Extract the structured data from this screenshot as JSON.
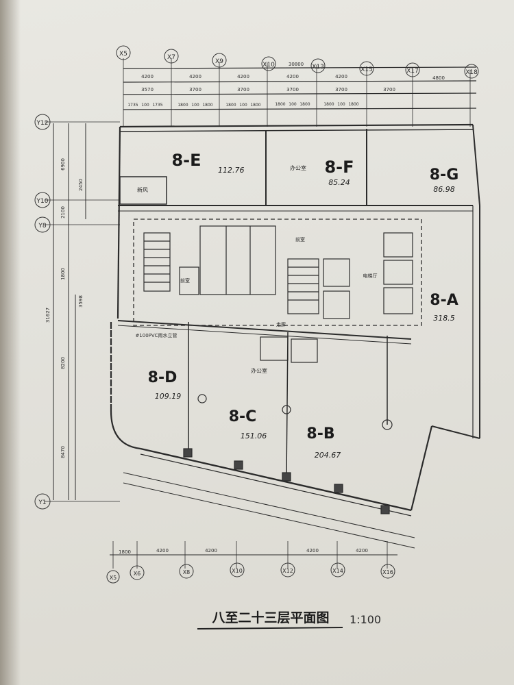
{
  "drawing": {
    "title": "八至二十三层平面图",
    "scale": "1:100"
  },
  "units": [
    {
      "id": "8-E",
      "area": "112.76"
    },
    {
      "id": "8-F",
      "area": "85.24"
    },
    {
      "id": "8-G",
      "area": "86.98"
    },
    {
      "id": "8-A",
      "area": "318.5"
    },
    {
      "id": "8-D",
      "area": "109.19"
    },
    {
      "id": "8-C",
      "area": "151.06"
    },
    {
      "id": "8-B",
      "area": "204.67"
    }
  ],
  "room_labels": {
    "office": "办公室",
    "fresh_air": "新风",
    "elevator_hall": "电梯厅",
    "pipe_note": "#100PVC雨水立管",
    "corridor": "走廊",
    "front_room": "前室"
  },
  "top_axes": [
    "X5",
    "X7",
    "X9",
    "X10",
    "X13",
    "X15",
    "X17",
    "X18"
  ],
  "bottom_axes": [
    "X5",
    "X6",
    "X8",
    "X10",
    "X12",
    "X14",
    "X16"
  ],
  "left_axes": [
    "Y12",
    "Y10",
    "Y8",
    "Y1"
  ],
  "top_dims": {
    "overall": "30800",
    "bays": [
      "4200",
      "4200",
      "4200",
      "4200",
      "4200",
      "4800"
    ],
    "sub": [
      "3570",
      "3700",
      "3700",
      "3700",
      "3700",
      "3700"
    ],
    "windows": [
      "1735",
      "100",
      "1735",
      "1800",
      "100",
      "1800",
      "1800",
      "100",
      "1800",
      "1800",
      "100",
      "1800",
      "1800",
      "100",
      "1800"
    ]
  },
  "left_dims": [
    "6900",
    "2450",
    "2100",
    "1800",
    "3598",
    "31627",
    "8200",
    "8470"
  ],
  "bottom_dims": [
    "1800",
    "4200",
    "4200",
    "4200",
    "4200"
  ]
}
